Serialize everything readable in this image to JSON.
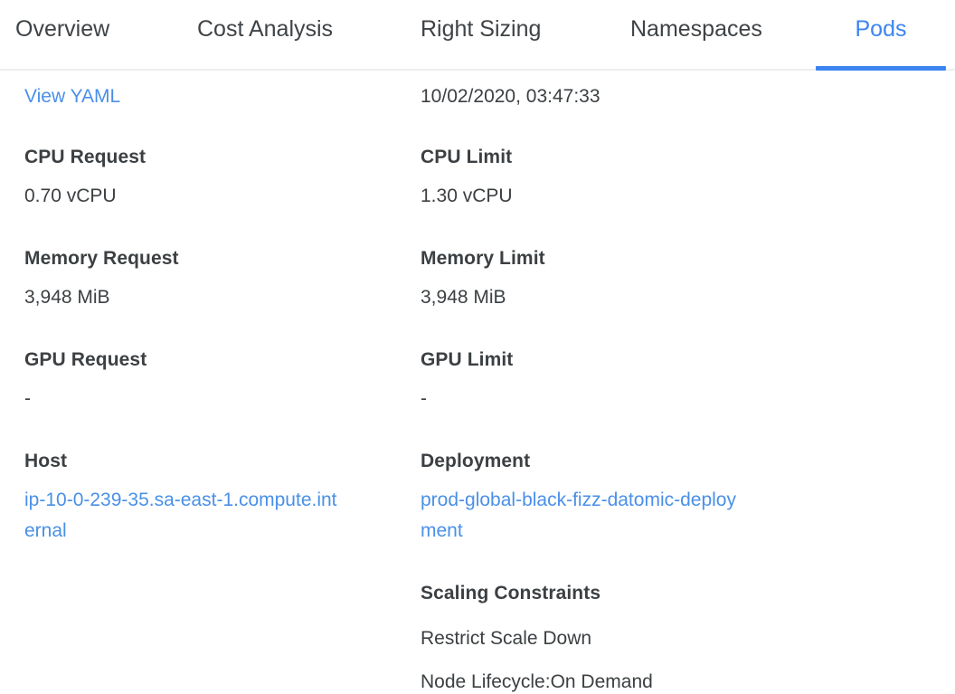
{
  "theme": {
    "accent_blue": "#3c85f0",
    "link_blue": "#4a90e8",
    "text_color": "#3c4043",
    "divider": "#eceef0"
  },
  "tabs": [
    {
      "id": "overview",
      "label": "Overview",
      "active": false
    },
    {
      "id": "cost-analysis",
      "label": "Cost Analysis",
      "active": false
    },
    {
      "id": "right-sizing",
      "label": "Right Sizing",
      "active": false
    },
    {
      "id": "namespaces",
      "label": "Namespaces",
      "active": false
    },
    {
      "id": "pods",
      "label": "Pods",
      "active": true
    }
  ],
  "detail": {
    "left": {
      "view_yaml_label": "View YAML",
      "cpu_request": {
        "label": "CPU Request",
        "value": "0.70 vCPU"
      },
      "memory_request": {
        "label": "Memory Request",
        "value": "3,948 MiB"
      },
      "gpu_request": {
        "label": "GPU Request",
        "value": "-"
      },
      "host": {
        "label": "Host",
        "value": "ip-10-0-239-35.sa-east-1.compute.internal"
      }
    },
    "right": {
      "timestamp": "10/02/2020, 03:47:33",
      "cpu_limit": {
        "label": "CPU Limit",
        "value": "1.30 vCPU"
      },
      "memory_limit": {
        "label": "Memory Limit",
        "value": "3,948 MiB"
      },
      "gpu_limit": {
        "label": "GPU Limit",
        "value": "-"
      },
      "deployment": {
        "label": "Deployment",
        "value": "prod-global-black-fizz-datomic-deployment"
      },
      "scaling_constraints": {
        "label": "Scaling Constraints",
        "items": [
          "Restrict Scale Down",
          "Node Lifecycle:On Demand"
        ]
      }
    }
  }
}
